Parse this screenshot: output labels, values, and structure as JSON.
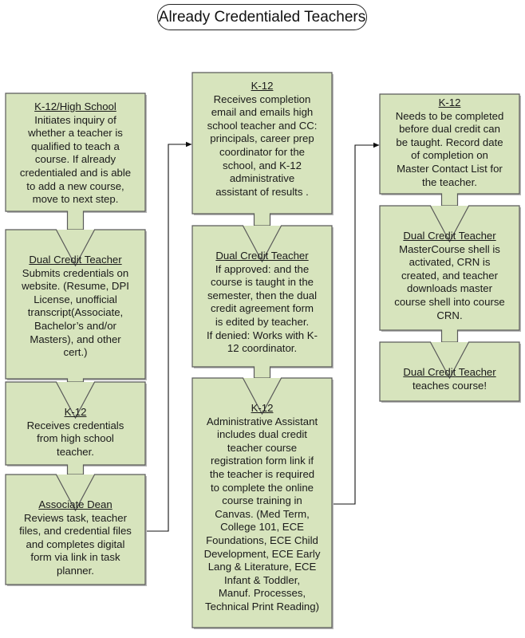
{
  "title": "Already Credentialed Teachers",
  "colors": {
    "box_fill": "#d7e4bd",
    "box_stroke": "#5a5a5a",
    "connector": "#111111"
  },
  "columns": [
    {
      "steps": [
        {
          "role": "K-12/High School",
          "description": "Initiates inquiry of\nwhether a teacher is\nqualified to teach a\ncourse. If already\ncredentialed and is able\nto add a new course,\nmove to next step."
        },
        {
          "role": "Dual Credit Teacher",
          "description": "Submits credentials on\nwebsite. (Resume, DPI\nLicense, unofficial\ntranscript(Associate,\nBachelor’s and/or\nMasters), and other\ncert.)"
        },
        {
          "role": "K-12",
          "description": "Receives credentials\nfrom high school\nteacher."
        },
        {
          "role": "Associate Dean",
          "description": "Reviews task, teacher\nfiles, and credential files\nand completes digital\nform via link in task\nplanner."
        }
      ]
    },
    {
      "steps": [
        {
          "role": "K-12",
          "description": "Receives completion\nemail and emails high\nschool teacher and CC:\nprincipals, career prep\ncoordinator for the\nschool, and K-12\nadministrative\nassistant of results ."
        },
        {
          "role": "Dual Credit Teacher",
          "description": "If approved: and the\ncourse is taught in the\nsemester, then the dual\ncredit agreement form\nis edited by teacher.\nIf denied: Works with K-\n12 coordinator."
        },
        {
          "role": "K-12",
          "description": "Administrative Assistant\nincludes dual credit\nteacher course\nregistration form link if\nthe teacher is required\nto complete the online\ncourse training in\nCanvas. (Med Term,\nCollege 101, ECE\nFoundations, ECE Child\nDevelopment, ECE Early\nLang & Literature, ECE\nInfant & Toddler,\nManuf. Processes,\nTechnical Print Reading)"
        }
      ]
    },
    {
      "steps": [
        {
          "role": "K-12",
          "description": "Needs to be completed\nbefore dual credit can\nbe taught. Record date\nof completion on\nMaster Contact List for\nthe teacher."
        },
        {
          "role": "Dual Credit Teacher",
          "description": "MasterCourse shell is\nactivated, CRN is\ncreated, and teacher\ndownloads master\ncourse shell into course\nCRN."
        },
        {
          "role": "Dual Credit Teacher",
          "description": "teaches course!"
        }
      ]
    }
  ]
}
